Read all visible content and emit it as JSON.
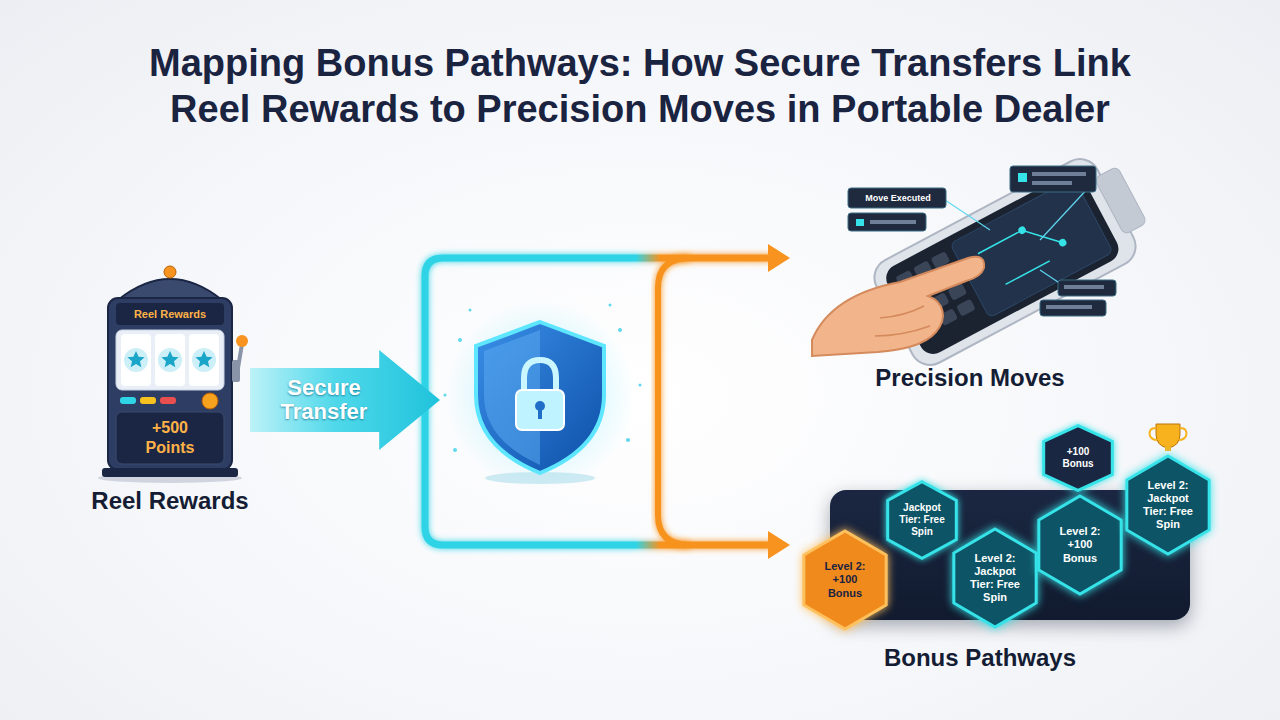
{
  "diagram": {
    "title": "Mapping Bonus Pathways: How Secure Transfers Link Reel Rewards to Precision Moves in Portable Dealer",
    "nodes": [
      {
        "text": [
          "Reel Rewards"
        ]
      },
      {
        "text": [
          "Precision Moves"
        ]
      },
      {
        "text": [
          "Bonus Pathways"
        ]
      },
      {
        "text": [
          "Level 2: +100 Bonus"
        ],
        "in": 2
      },
      {
        "text": [
          "Jackpot Tier: Free Spin"
        ],
        "in": 2
      },
      {
        "text": [
          "Level 2: Jackpot Tier: Free Spin"
        ],
        "in": 2
      },
      {
        "text": [
          "+100 Bonus"
        ],
        "in": 2
      },
      {
        "text": [
          "Level 2: +100 Bonus"
        ],
        "in": 2
      },
      {
        "text": [
          "Level 2: Jackpot Tier: Free Spin"
        ],
        "in": 2
      }
    ],
    "edges": [
      {
        "from": 0,
        "to": 1,
        "arrow": "to",
        "label": "Secure Transfer"
      },
      {
        "from": 0,
        "to": 2,
        "arrow": "to"
      }
    ],
    "labels": [
      "Reel Rewards",
      "+500 Points",
      "Move Executed"
    ]
  }
}
